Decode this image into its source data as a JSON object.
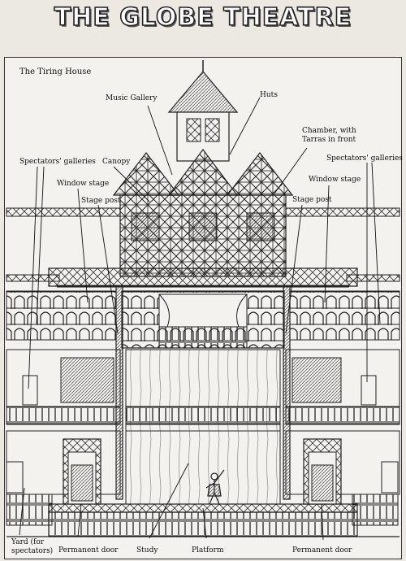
{
  "title": "THE GLOBE THEATRE",
  "labels": {
    "tiring_house": "The Tiring House",
    "music_gallery": "Music Gallery",
    "huts": "Huts",
    "chamber_line1": "Chamber, with",
    "chamber_line2": "Tarras in front",
    "spectators_galleries_left": "Spectators' galleries",
    "spectators_galleries_right": "Spectators' galleries",
    "canopy": "Canopy",
    "window_stage_left": "Window stage",
    "window_stage_right": "Window stage",
    "stage_post_left": "Stage post",
    "stage_post_right": "Stage post",
    "yard_line1": "Yard (for",
    "yard_line2": "spectators)",
    "permanent_door_left": "Permanent door",
    "study": "Study",
    "platform": "Platform",
    "permanent_door_right": "Permanent door"
  }
}
